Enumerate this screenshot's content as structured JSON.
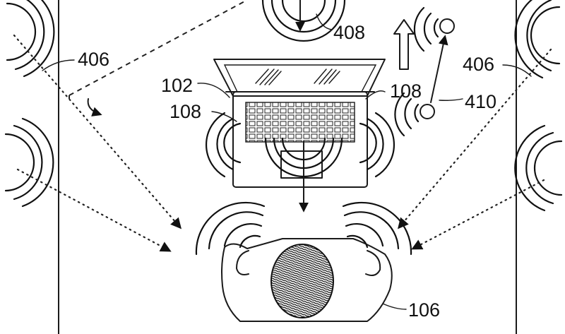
{
  "figure": {
    "labels": {
      "ref_406_left": "406",
      "ref_406_right": "406",
      "ref_408": "408",
      "ref_102": "102",
      "ref_108_left": "108",
      "ref_108_right": "108",
      "ref_410": "410",
      "ref_106": "106"
    }
  }
}
